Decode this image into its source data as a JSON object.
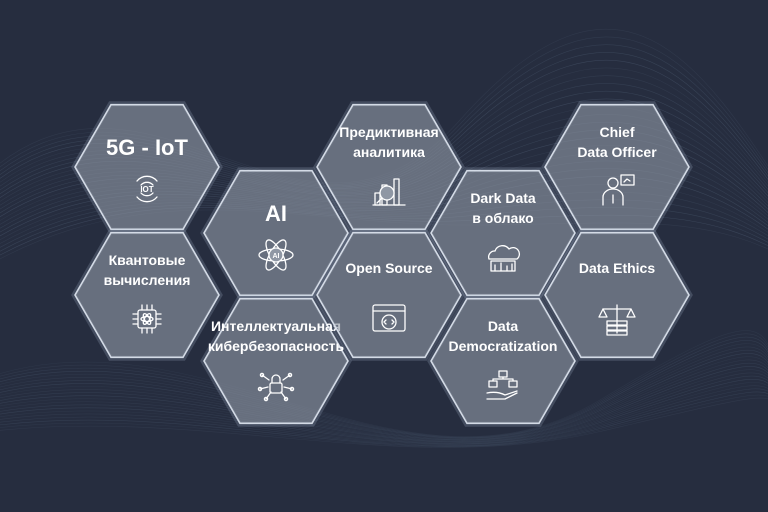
{
  "colors": {
    "background": "#262d3f",
    "hex_fill": "#8f97a4",
    "hex_border": "#d4dbe6",
    "text": "#ffffff",
    "wave": "#5d6f86"
  },
  "hexes": [
    {
      "id": "5g-iot",
      "lines": [
        "5G - IoT"
      ],
      "icon": "iot-wireless-icon",
      "big": true
    },
    {
      "id": "ai",
      "lines": [
        "AI"
      ],
      "icon": "ai-atom-icon",
      "big": true
    },
    {
      "id": "quantum",
      "lines": [
        "Квантовые",
        "вычисления"
      ],
      "icon": "quantum-chip-icon"
    },
    {
      "id": "cybersecurity",
      "lines": [
        "Интеллектуальная",
        "кибербезопасность"
      ],
      "icon": "circuit-lock-icon"
    },
    {
      "id": "predictive",
      "lines": [
        "Предиктивная",
        "аналитика"
      ],
      "icon": "analytics-magnifier-icon"
    },
    {
      "id": "open-source",
      "lines": [
        "Open Source"
      ],
      "icon": "code-browser-icon"
    },
    {
      "id": "dark-data",
      "lines": [
        "Dark Data",
        "в облако"
      ],
      "icon": "cloud-data-icon"
    },
    {
      "id": "data-democratization",
      "lines": [
        "Data",
        "Democratization"
      ],
      "icon": "data-sharing-icon"
    },
    {
      "id": "cdo",
      "lines": [
        "Chief",
        "Data Officer"
      ],
      "icon": "officer-presentation-icon"
    },
    {
      "id": "data-ethics",
      "lines": [
        "Data Ethics"
      ],
      "icon": "scales-icon"
    }
  ]
}
